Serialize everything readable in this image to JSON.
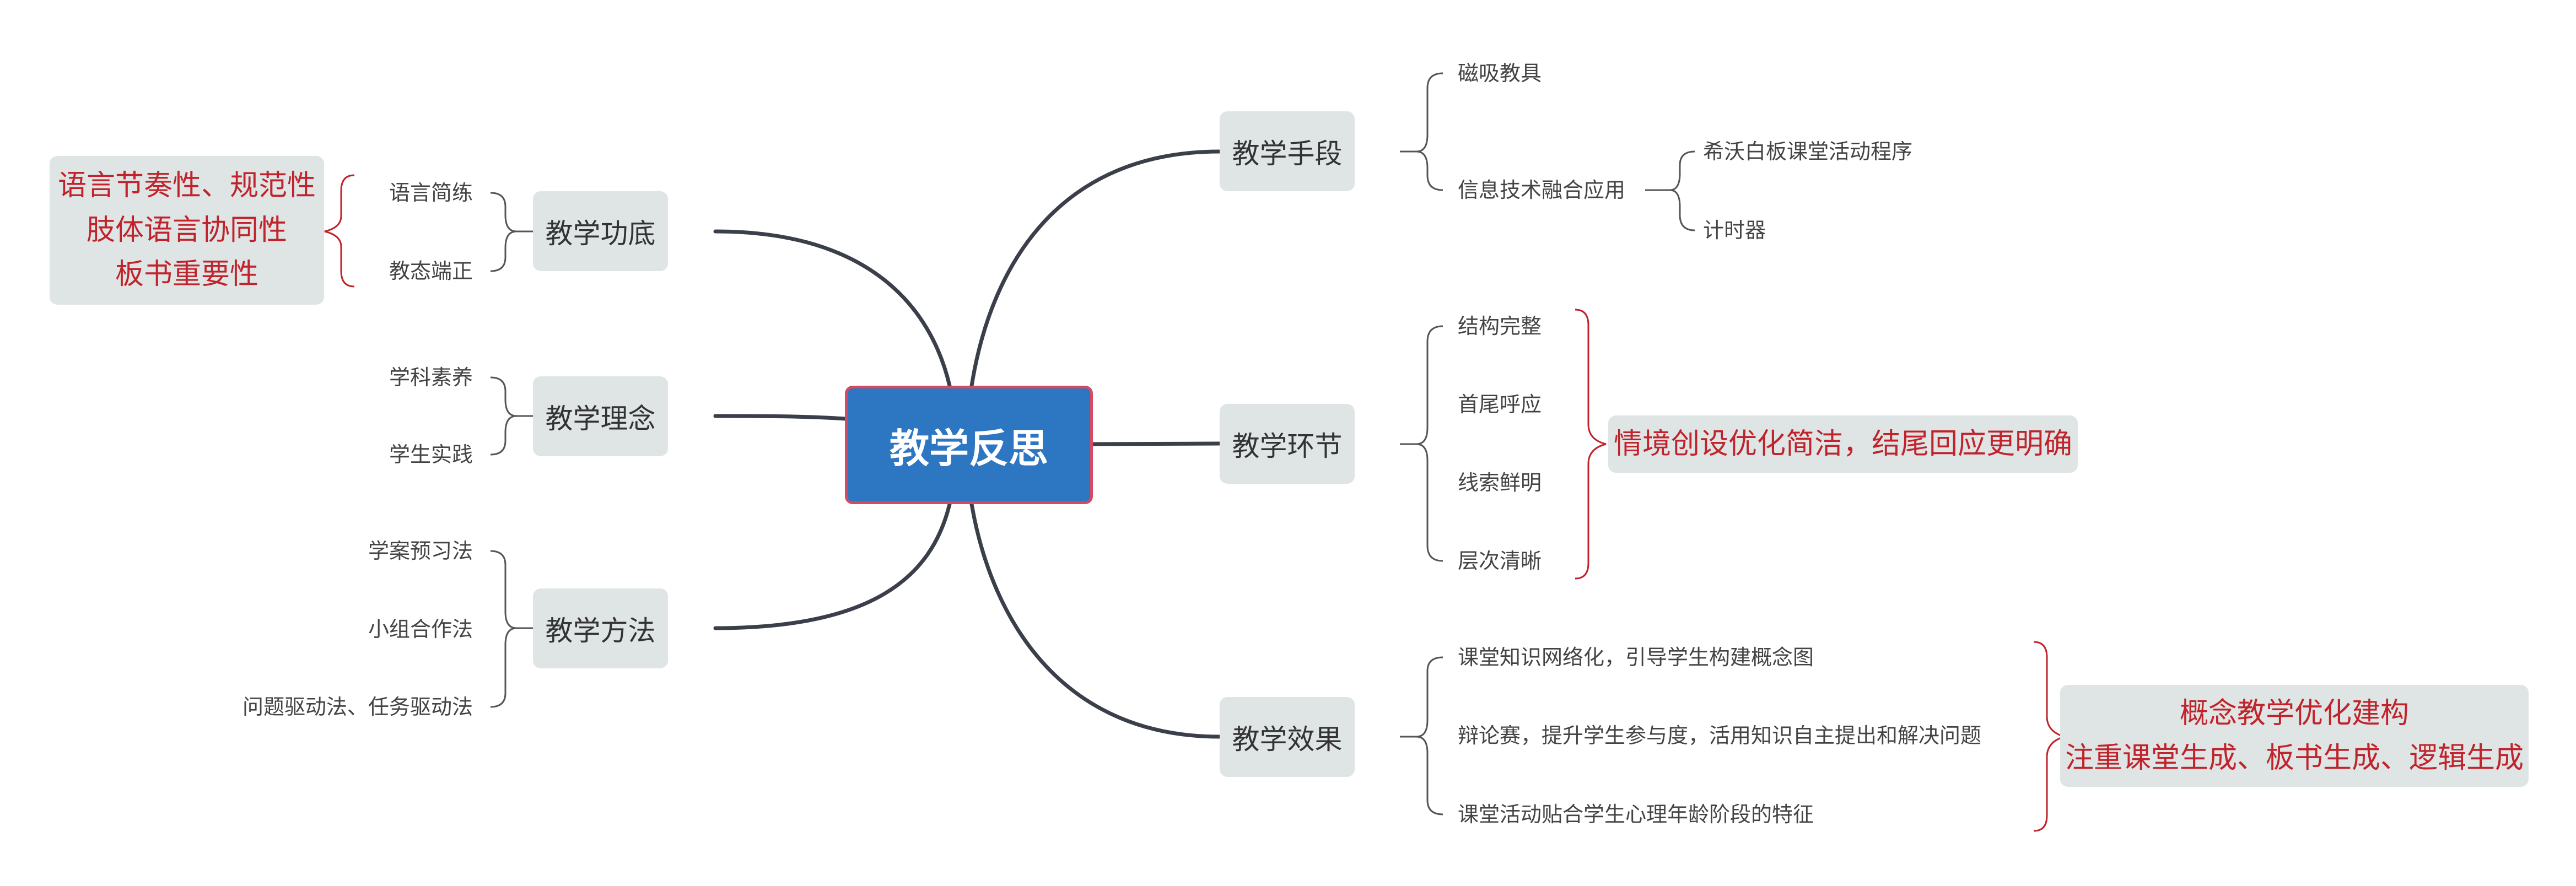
{
  "root": {
    "label": "教学反思"
  },
  "branches": {
    "shouduan": {
      "label": "教学手段",
      "items": [
        "磁吸教具",
        "信息技术融合应用"
      ],
      "sub_items": [
        "希沃白板课堂活动程序",
        "计时器"
      ]
    },
    "huanjie": {
      "label": "教学环节",
      "items": [
        "结构完整",
        "首尾呼应",
        "线索鲜明",
        "层次清晰"
      ],
      "note": "情境创设优化简洁，结尾回应更明确"
    },
    "xiaoguo": {
      "label": "教学效果",
      "items": [
        "课堂知识网络化，引导学生构建概念图",
        "辩论赛，提升学生参与度，活用知识自主提出和解决问题",
        "课堂活动贴合学生心理年龄阶段的特征"
      ],
      "note_lines": [
        "概念教学优化建构",
        "注重课堂生成、板书生成、逻辑生成"
      ]
    },
    "gongdi": {
      "label": "教学功底",
      "items": [
        "语言简练",
        "教态端正"
      ],
      "note_lines": [
        "语言节奏性、规范性",
        "肢体语言协同性",
        "板书重要性"
      ]
    },
    "linian": {
      "label": "教学理念",
      "items": [
        "学科素养",
        "学生实践"
      ]
    },
    "fangfa": {
      "label": "教学方法",
      "items": [
        "学案预习法",
        "小组合作法",
        "问题驱动法、任务驱动法"
      ]
    }
  },
  "colors": {
    "root_fill": "#2d76c2",
    "root_border": "#d44a63",
    "topic_fill": "#dfe5e5",
    "connector": "#3a3f4a",
    "bracket_gray": "#555555",
    "bracket_red": "#c0232b",
    "note_text": "#c0232b"
  }
}
